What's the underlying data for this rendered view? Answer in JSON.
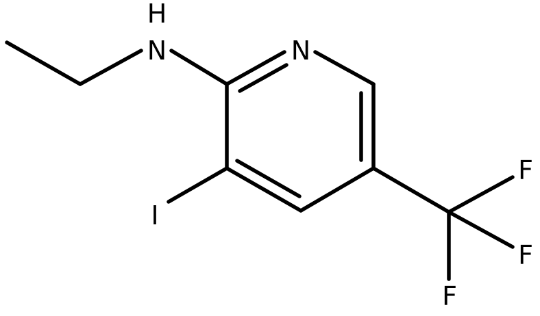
{
  "molecule": {
    "atoms": {
      "n_amine": {
        "symbol": "N",
        "hydrogen": "H"
      },
      "n_ring": {
        "symbol": "N"
      },
      "iodine": {
        "symbol": "I"
      },
      "fluorine_1": {
        "symbol": "F"
      },
      "fluorine_2": {
        "symbol": "F"
      },
      "fluorine_3": {
        "symbol": "F"
      }
    }
  },
  "colors": {
    "background": "#ffffff",
    "ink": "#000000"
  }
}
